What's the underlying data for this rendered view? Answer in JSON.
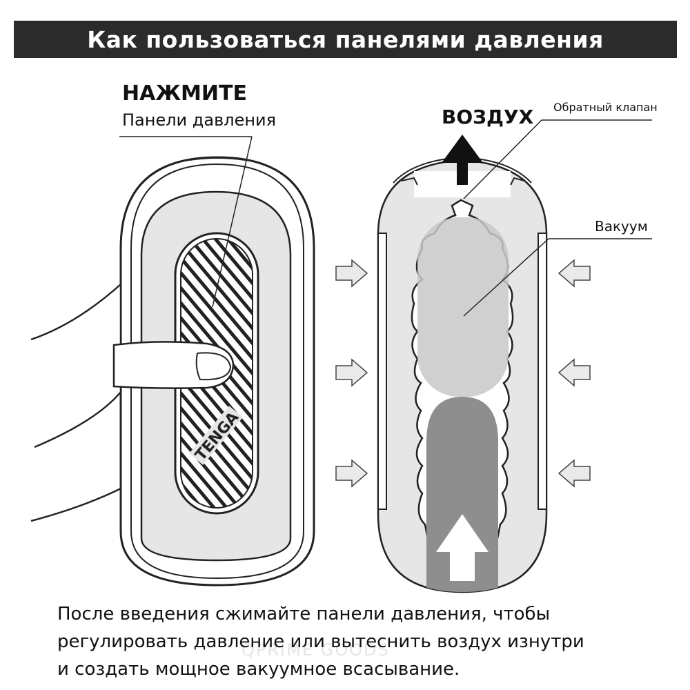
{
  "header": {
    "title": "Как пользоваться панелями давления"
  },
  "left_figure": {
    "press_label": "НАЖМИТЕ",
    "panels_label": "Панели давления",
    "brand_text": "TENGA"
  },
  "right_figure": {
    "air_label": "ВОЗДУХ",
    "valve_label": "Обратный клапан",
    "vacuum_label": "Вакуум"
  },
  "caption": {
    "line1": "После введения сжимайте панели давления, чтобы",
    "line2": "регулировать давление или вытеснить воздух изнутри",
    "line3": "и создать мощное вакуумное всасывание."
  },
  "watermark": "QPRIME GOODS",
  "colors": {
    "title_bg": "#2b2b2b",
    "device_fill": "#e6e6e6",
    "vacuum_light": "#c8c8c8",
    "vacuum_dark": "#8e8e8e",
    "arrow_fill": "#eaeaea"
  }
}
